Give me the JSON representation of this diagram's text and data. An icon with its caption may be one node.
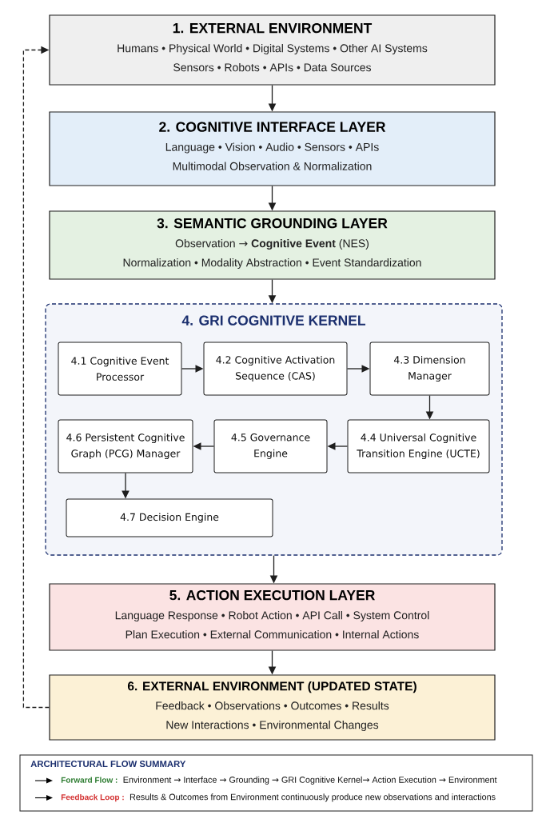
{
  "diagram": {
    "nodes": [
      {
        "text": [
          "1. EXTERNAL ENVIRONMENT",
          "Humans • Physical World • Digital Systems • Other AI Systems",
          "Sensors • Robots • APIs • Data Sources"
        ]
      },
      {
        "text": [
          "2. COGNITIVE INTERFACE LAYER",
          "Language • Vision • Audio • Sensors • APIs",
          "Multimodal Observation & Normalization"
        ]
      },
      {
        "text": [
          "3. SEMANTIC GROUNDING LAYER",
          "Observation → **Cognitive Event** (NES)",
          "Normalization • Modality Abstraction • Event Standardization"
        ]
      },
      {
        "text": [
          "4. GRI COGNITIVE KERNEL"
        ]
      },
      {
        "text": [
          "4.1 Cognitive Event Processor"
        ],
        "in": 3
      },
      {
        "text": [
          "4.2 Cognitive Activation Sequence (CAS)"
        ],
        "in": 3
      },
      {
        "text": [
          "4.3 Dimension Manager"
        ],
        "in": 3
      },
      {
        "text": [
          "4.4 Universal Cognitive Transition Engine (UCTE)"
        ],
        "in": 3
      },
      {
        "text": [
          "4.5 Governance Engine"
        ],
        "in": 3
      },
      {
        "text": [
          "4.6 Persistent Cognitive Graph (PCG) Manager"
        ],
        "in": 3
      },
      {
        "text": [
          "4.7 Decision Engine"
        ],
        "in": 3
      },
      {
        "text": [
          "5. ACTION EXECUTION LAYER",
          "Language Response • Robot Action • API Call • System Control",
          "Plan Execution • External Communication • Internal Actions"
        ]
      },
      {
        "text": [
          "6. EXTERNAL ENVIRONMENT (UPDATED STATE)",
          "Feedback • Observations • Outcomes • Results",
          "New Interactions • Environmental Changes"
        ]
      }
    ],
    "edges": [
      {
        "from": 0,
        "to": 1,
        "arrow": "to"
      },
      {
        "from": 1,
        "to": 2,
        "arrow": "to"
      },
      {
        "from": 2,
        "to": 3,
        "arrow": "to"
      },
      {
        "from": 4,
        "to": 5,
        "arrow": "to"
      },
      {
        "from": 5,
        "to": 6,
        "arrow": "to"
      },
      {
        "from": 6,
        "to": 7,
        "arrow": "to"
      },
      {
        "from": 7,
        "to": 8,
        "arrow": "to"
      },
      {
        "from": 8,
        "to": 9,
        "arrow": "to"
      },
      {
        "from": 9,
        "to": 10,
        "arrow": "to"
      },
      {
        "from": 3,
        "to": 11,
        "arrow": "to"
      },
      {
        "from": 11,
        "to": 12,
        "arrow": "to"
      },
      {
        "from": 12,
        "to": 0,
        "arrow": "to",
        "style": "dashed"
      }
    ],
    "labels": [
      "ARCHITECTURAL FLOW SUMMARY",
      "Environment → Interface → Grounding → GRI Cognitive Kernel→ Action Execution → Environment",
      "Results & Outcomes from Environment continuously produce new observations and interactions"
    ],
    "legend": [
      {
        "text": "Forward Flow :"
      },
      {
        "text": "Feedback Loop :"
      }
    ]
  }
}
